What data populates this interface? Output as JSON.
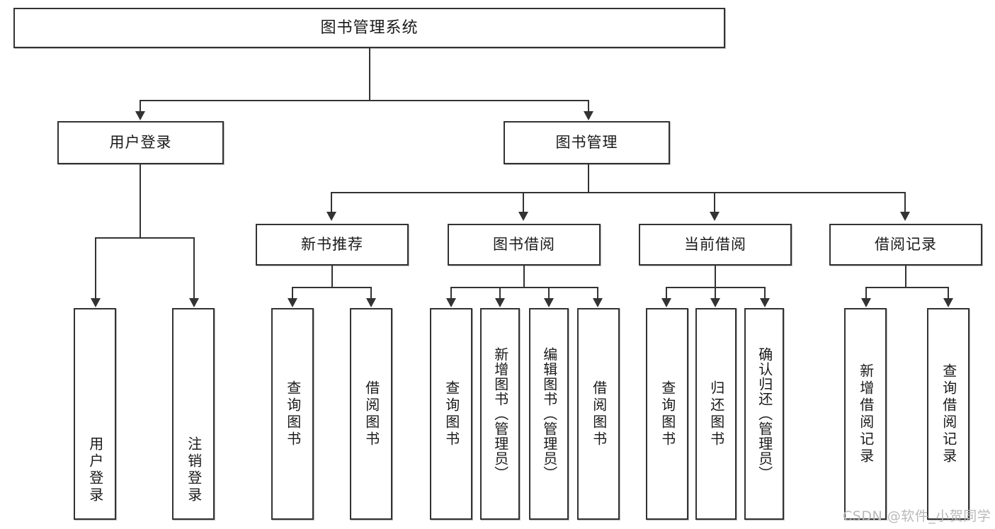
{
  "diagram": {
    "title": "图书管理系统",
    "type": "functional-structure-tree",
    "root": {
      "label": "图书管理系统"
    },
    "level1": [
      {
        "id": "user-login",
        "label": "用户登录"
      },
      {
        "id": "book-management",
        "label": "图书管理"
      }
    ],
    "level2": [
      {
        "id": "new-book-recommend",
        "label": "新书推荐"
      },
      {
        "id": "book-borrow",
        "label": "图书借阅"
      },
      {
        "id": "current-borrow",
        "label": "当前借阅"
      },
      {
        "id": "borrow-record",
        "label": "借阅记录"
      }
    ],
    "leaves": {
      "user_login": [
        {
          "id": "leaf-user-login",
          "label": "用户登录"
        },
        {
          "id": "leaf-logout-login",
          "label": "注销登录"
        }
      ],
      "new_book_recommend": [
        {
          "id": "leaf-query-book-1",
          "label": "查询图书"
        },
        {
          "id": "leaf-borrow-book-1",
          "label": "借阅图书"
        }
      ],
      "book_borrow": [
        {
          "id": "leaf-query-book-2",
          "label": "查询图书"
        },
        {
          "id": "leaf-add-book",
          "label": "新增图书（管理员）"
        },
        {
          "id": "leaf-edit-book",
          "label": "编辑图书（管理员）"
        },
        {
          "id": "leaf-borrow-book-2",
          "label": "借阅图书"
        }
      ],
      "current_borrow": [
        {
          "id": "leaf-query-book-3",
          "label": "查询图书"
        },
        {
          "id": "leaf-return-book",
          "label": "归还图书"
        },
        {
          "id": "leaf-confirm-return",
          "label": "确认归还（管理员）"
        }
      ],
      "borrow_record": [
        {
          "id": "leaf-add-record",
          "label": "新增借阅记录"
        },
        {
          "id": "leaf-query-record",
          "label": "查询借阅记录"
        }
      ]
    }
  },
  "watermark": {
    "text": "CSDN @软件_小贺同学"
  },
  "colors": {
    "stroke": "#333333",
    "fill": "#ffffff",
    "text": "#1a1a1a",
    "watermark": "#b9b9b9"
  }
}
